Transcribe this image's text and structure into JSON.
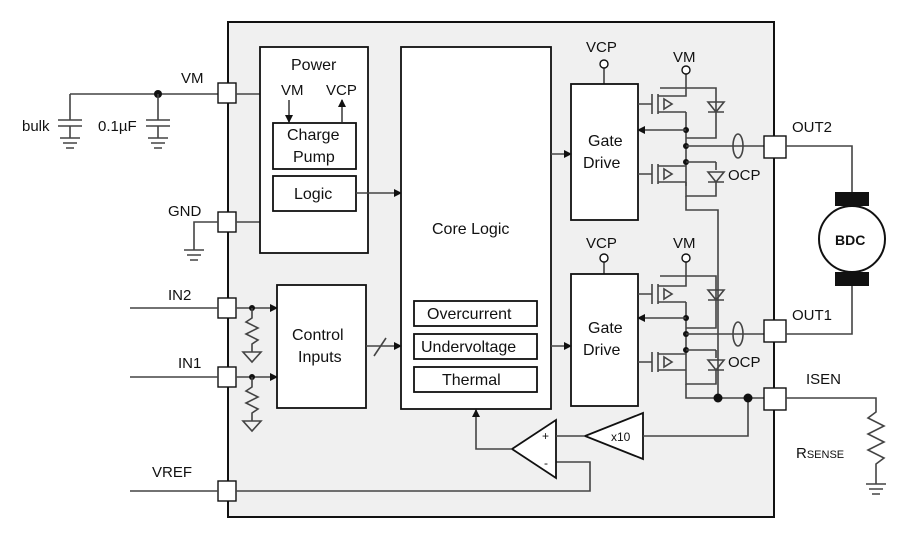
{
  "pins": {
    "vm": "VM",
    "gnd": "GND",
    "in2": "IN2",
    "in1": "IN1",
    "vref": "VREF",
    "out2": "OUT2",
    "out1": "OUT1",
    "isen": "ISEN"
  },
  "external": {
    "bulk": "bulk",
    "cap": "0.1µF",
    "motor": "BDC",
    "rsense_main": "R",
    "rsense_sub": "SENSE"
  },
  "blocks": {
    "power": "Power",
    "power_vm": "VM",
    "power_vcp": "VCP",
    "charge_pump_1": "Charge",
    "charge_pump_2": "Pump",
    "logic": "Logic",
    "core_logic": "Core Logic",
    "overcurrent": "Overcurrent",
    "undervoltage": "Undervoltage",
    "thermal": "Thermal",
    "control_1": "Control",
    "control_2": "Inputs",
    "gate_drive_1": "Gate",
    "gate_drive_2": "Drive",
    "gain": "x10",
    "plus": "+",
    "minus": "-"
  },
  "bridge": {
    "vcp": "VCP",
    "vm": "VM",
    "ocp": "OCP"
  }
}
